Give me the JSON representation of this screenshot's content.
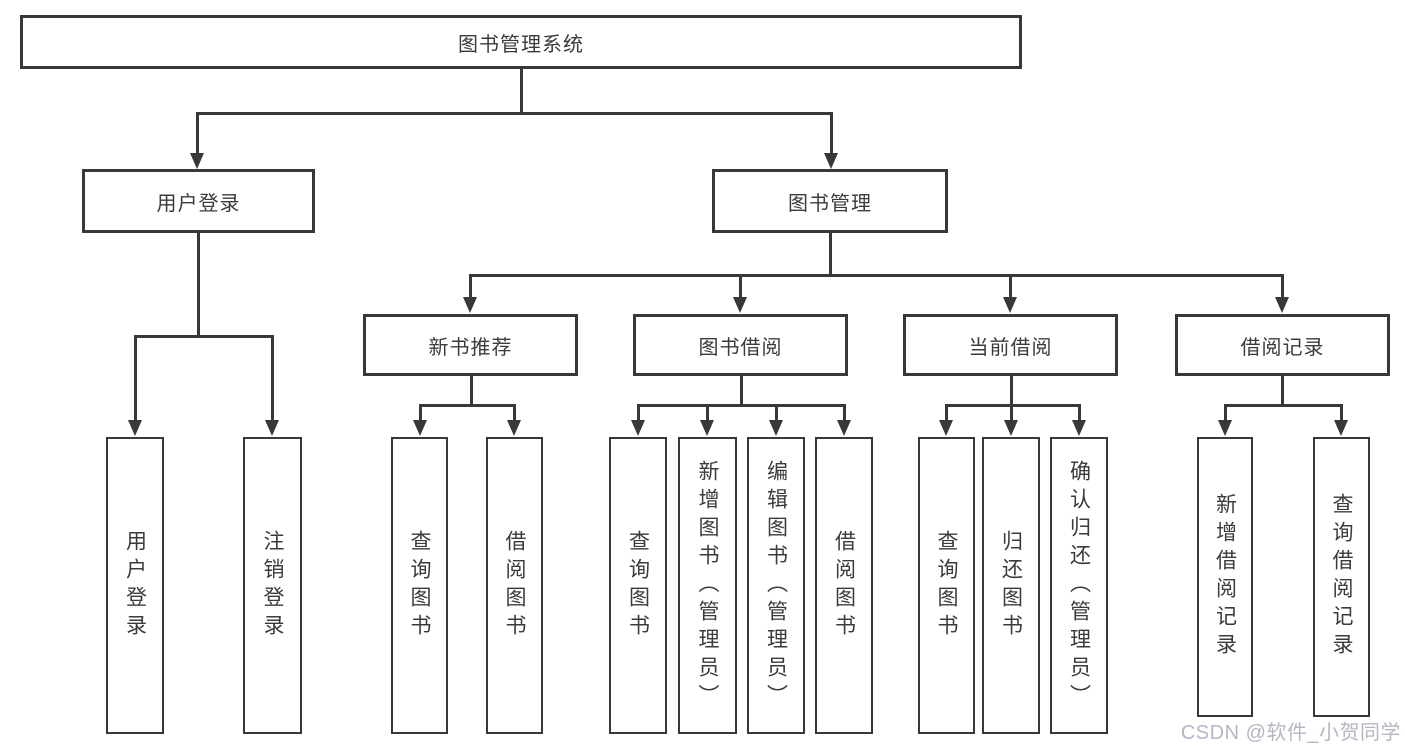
{
  "diagram_type": "hierarchy-tree",
  "colors": {
    "line": "#383838",
    "text": "#3b3b3b",
    "background": "#ffffff",
    "watermark": "#b4b6c4"
  },
  "tree": {
    "root": {
      "label": "图书管理系统",
      "children": [
        {
          "label": "用户登录",
          "children": [
            {
              "label": "用户登录"
            },
            {
              "label": "注销登录"
            }
          ]
        },
        {
          "label": "图书管理",
          "children": [
            {
              "label": "新书推荐",
              "children": [
                {
                  "label": "查询图书"
                },
                {
                  "label": "借阅图书"
                }
              ]
            },
            {
              "label": "图书借阅",
              "children": [
                {
                  "label": "查询图书"
                },
                {
                  "label": "新增图书（管理员）"
                },
                {
                  "label": "编辑图书（管理员）"
                },
                {
                  "label": "借阅图书"
                }
              ]
            },
            {
              "label": "当前借阅",
              "children": [
                {
                  "label": "查询图书"
                },
                {
                  "label": "归还图书"
                },
                {
                  "label": "确认归还（管理员）"
                }
              ]
            },
            {
              "label": "借阅记录",
              "children": [
                {
                  "label": "新增借阅记录"
                },
                {
                  "label": "查询借阅记录"
                }
              ]
            }
          ]
        }
      ]
    }
  },
  "watermark": {
    "text": "CSDN @软件_小贺同学"
  }
}
